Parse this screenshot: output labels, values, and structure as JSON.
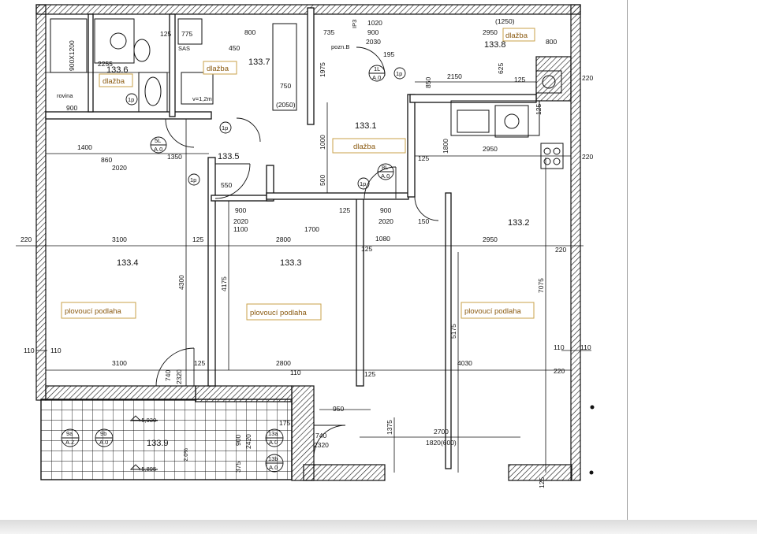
{
  "rooms": {
    "r1": {
      "label": "133.1",
      "floor": "dlažba"
    },
    "r2": {
      "label": "133.2",
      "floor": "plovoucí podlaha"
    },
    "r3": {
      "label": "133.3",
      "floor": "plovoucí podlaha"
    },
    "r4": {
      "label": "133.4",
      "floor": "plovoucí podlaha"
    },
    "r6": {
      "label": "133.6",
      "floor": "dlažba"
    },
    "r7": {
      "label": "133.7",
      "floor": "dlažba"
    },
    "r8": {
      "label": "133.8",
      "floor": "dlažba"
    },
    "r9": {
      "label": "133.9"
    },
    "r5": {
      "label": "133.5"
    }
  },
  "dims": {
    "d3100a": "3100",
    "d125a": "125",
    "d2800a": "2800",
    "d1700": "1700",
    "d125b": "125",
    "d2950a": "2950",
    "d220a": "220",
    "d3100b": "3100",
    "d125c": "125",
    "d2800b": "2800",
    "d4030": "4030",
    "d125d": "125",
    "d220b": "220",
    "d4300": "4300",
    "d4175": "4175",
    "d7075": "7075",
    "d5175": "5175",
    "d110a": "110",
    "d110b": "110",
    "d110c": "110",
    "d110d": "110",
    "d1400": "1400",
    "d860a": "860",
    "d2020a": "2020",
    "d1350": "1350",
    "d900a": "900",
    "d2020b": "2020",
    "d1100": "1100",
    "d550": "550",
    "d2150": "2150",
    "d2950b": "2950",
    "d125e": "125",
    "d125f": "125",
    "d1250": "(1250)",
    "d2950c": "2950",
    "d800a": "800",
    "d2255": "2255",
    "d900b": "900",
    "d900x1200": "900X1200",
    "d775": "775",
    "d125g": "125",
    "d800b": "800",
    "d450": "450",
    "d750": "750",
    "d2050": "(2050)",
    "d1975": "1975",
    "d1000": "1000",
    "d500": "500",
    "d125h": "125",
    "d900c": "900",
    "d2020c": "2020",
    "d150": "150",
    "d1080": "1080",
    "d735": "735",
    "d900d": "900",
    "d2030": "2030",
    "d1020": "1020",
    "d195": "195",
    "d1375": "1375",
    "d2700": "2700",
    "d1820": "1820(600)",
    "d950": "950",
    "d740a": "740",
    "d2320a": "2320",
    "d740b": "740",
    "d2320b": "2320",
    "d175": "175",
    "d900e": "900",
    "d2420": "2420",
    "d375": "375",
    "d1800": "1800",
    "d850": "850",
    "d625": "625",
    "d125i": "125",
    "d220c": "220",
    "d220d": "220",
    "d220e": "220",
    "d110e": "110",
    "d125j": "125"
  },
  "tags": {
    "t9a": "9a",
    "t9aSub": "A.Z",
    "t9b": "9b",
    "t9bSub": "A.0",
    "t13a": "13a",
    "t13aSub": "A.0",
    "t13b": "13b",
    "t13bSub": "A.0",
    "t5L": "5L",
    "t5LSub": "A.0",
    "t8L": "8L",
    "t8LSub": "A.0",
    "t1L": "1L",
    "t1LSub": "A.0",
    "t1p1": "1p",
    "t1p2": "1p",
    "t1p3": "1p",
    "t1p4": "1p",
    "t1p5": "1p",
    "level1": "+5,930",
    "level2": "+5,895",
    "slope": "2.0%",
    "rovina": "rovina",
    "sklon": "v=1,2m",
    "pozn": "pozn.B",
    "p3": "IP3",
    "sas": "SAS"
  }
}
